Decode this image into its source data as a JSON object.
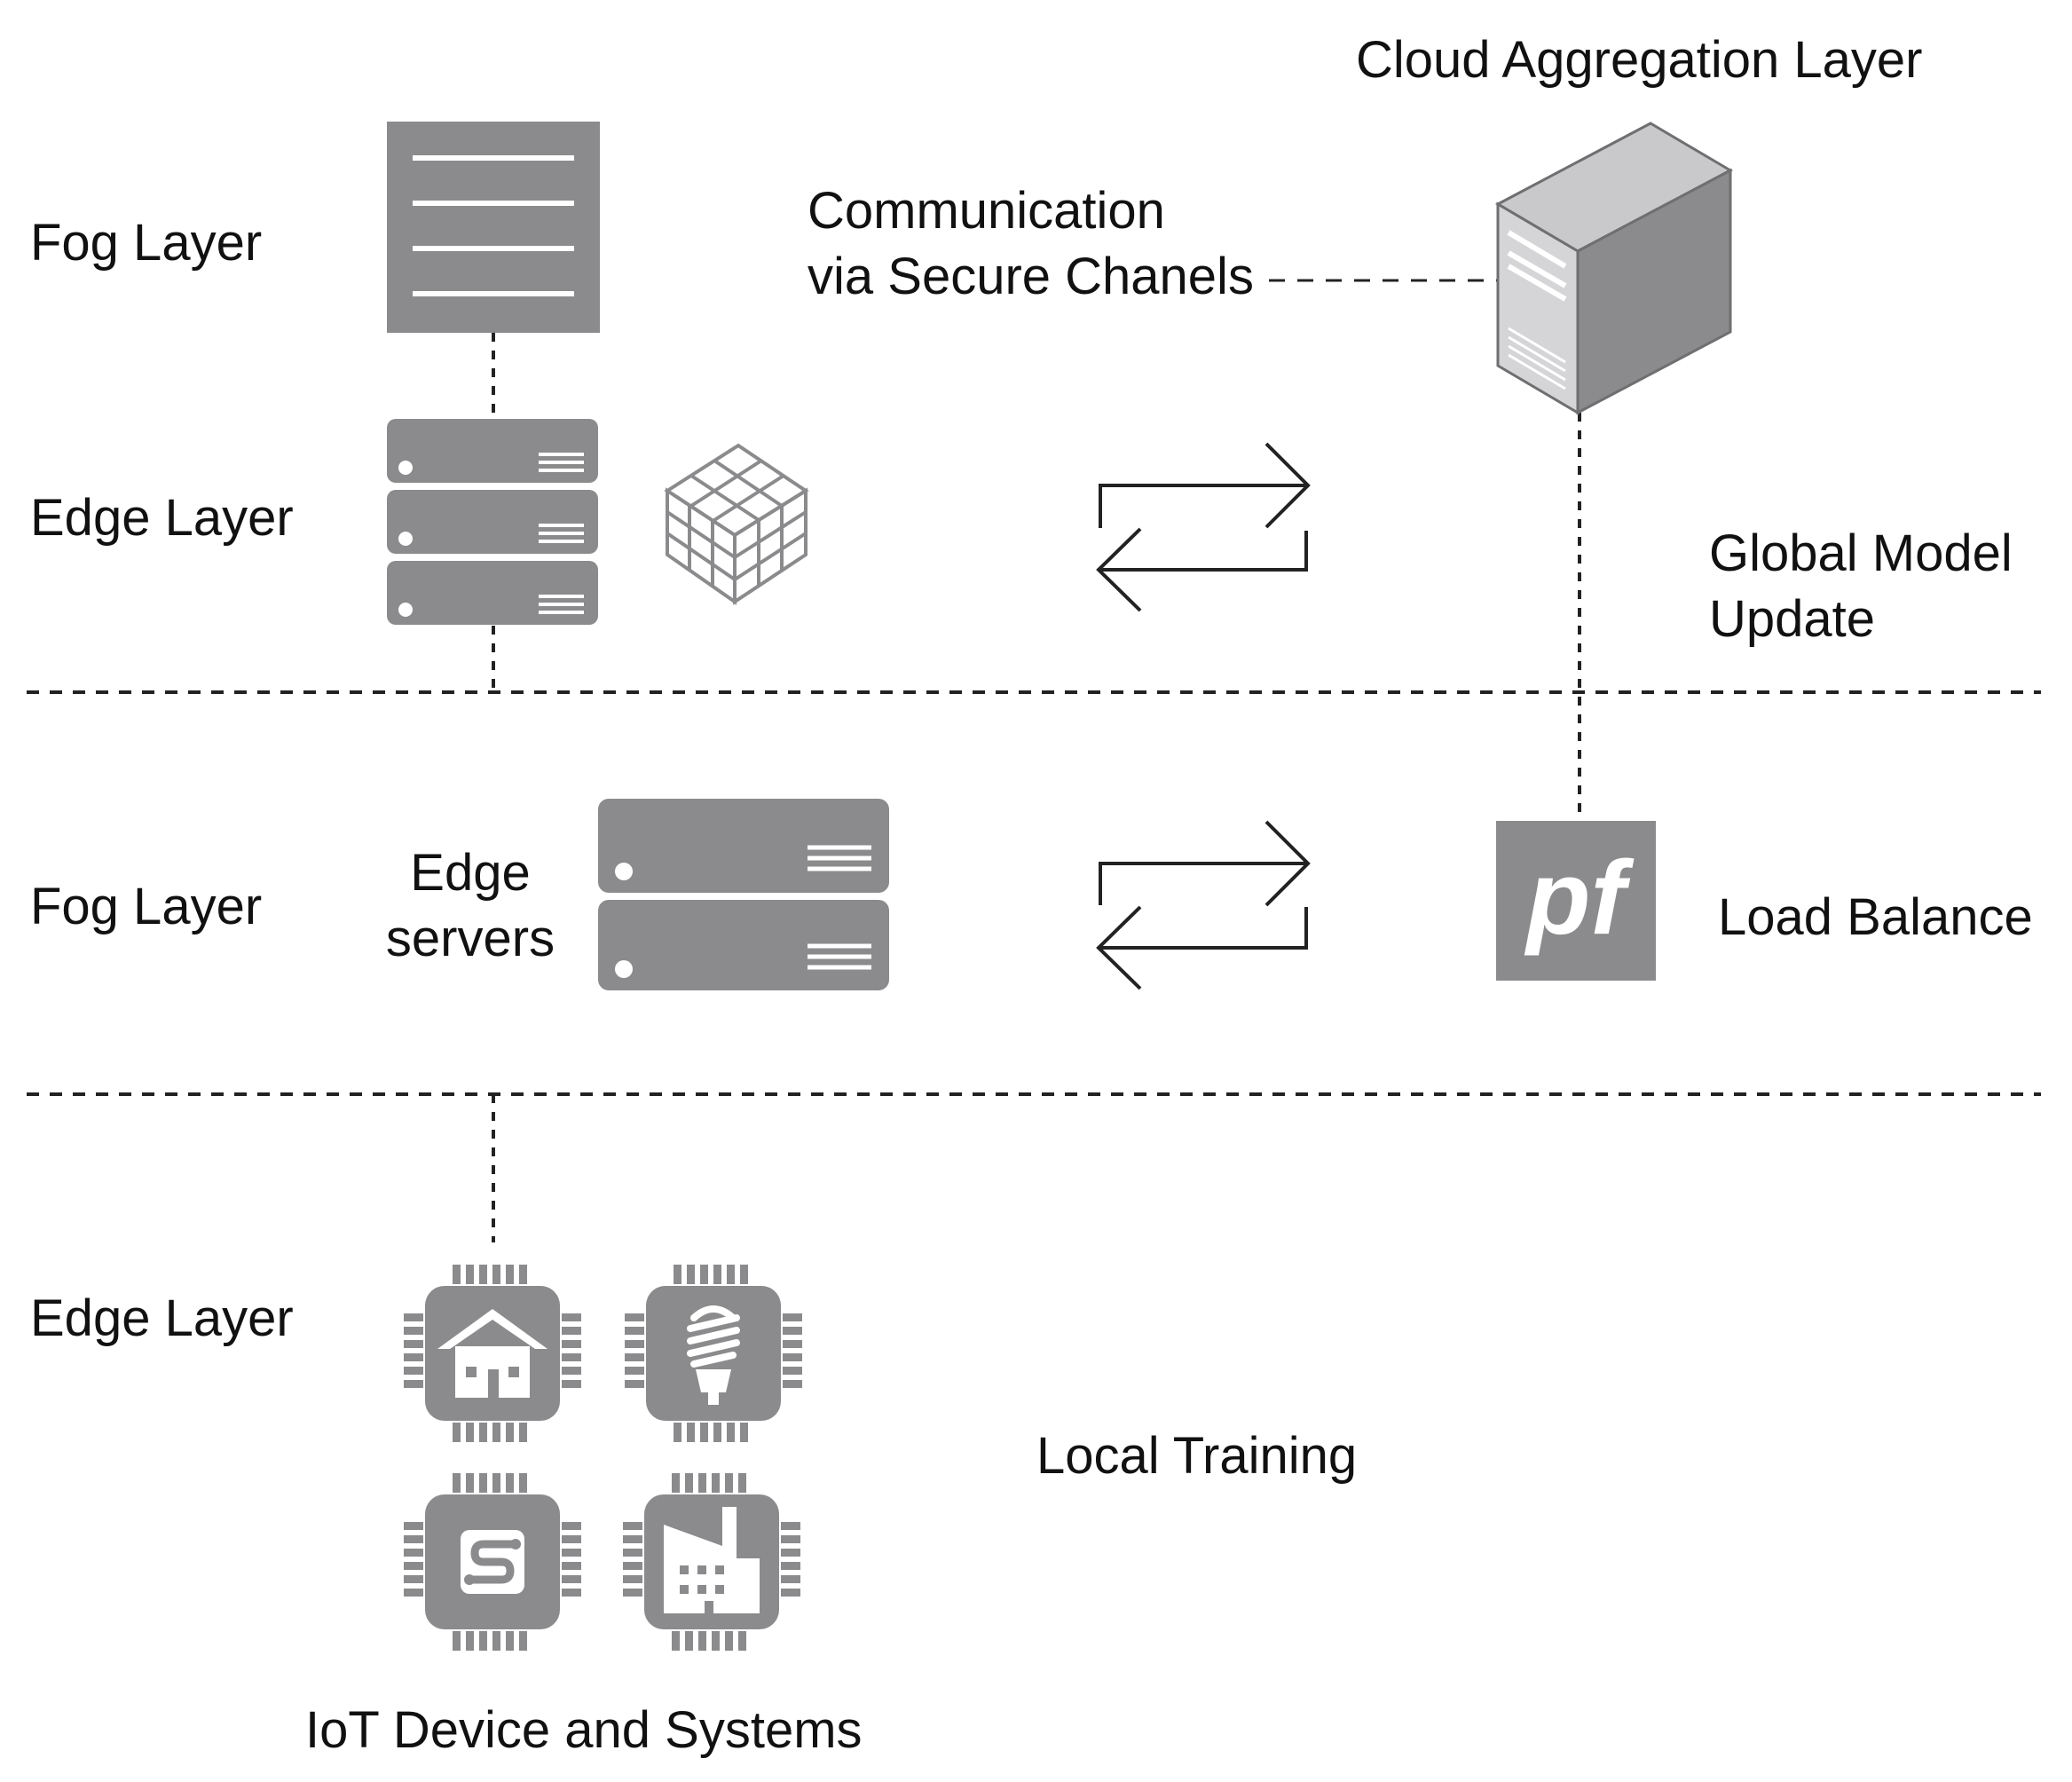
{
  "colors": {
    "icon": "#8b8b8d",
    "icon_dark": "#6f6f71",
    "line": "#222222",
    "background": "#ffffff"
  },
  "labels": {
    "cloud_aggregation": "Cloud Aggregation Layer",
    "communication_line1": "Communication",
    "communication_line2": "via Secure Chanels",
    "fog_top": "Fog Layer",
    "edge_top": "Edge Layer",
    "global_model_line1": "Global Model",
    "global_model_line2": "Update",
    "fog_middle": "Fog Layer",
    "edge_servers_line1": "Edge",
    "edge_servers_line2": "servers",
    "load_balance": "Load Balance",
    "edge_bottom": "Edge Layer",
    "local_training": "Local Training",
    "iot_devices": "IoT Device and Systems",
    "load_balancer_logo": "pf"
  },
  "icons": {
    "fog_server": "document-server-icon",
    "edge_rack": "server-rack-icon",
    "model": "rubik-cube-icon",
    "exchange_arrows": "bidirectional-arrows-icon",
    "cloud_server": "tower-server-icon",
    "load_balancer": "pfsense-logo-icon",
    "edge_servers": "server-rack-icon",
    "iot": [
      "smart-home-chip-icon",
      "smart-bulb-chip-icon",
      "circuit-chip-icon",
      "factory-chip-icon"
    ]
  }
}
